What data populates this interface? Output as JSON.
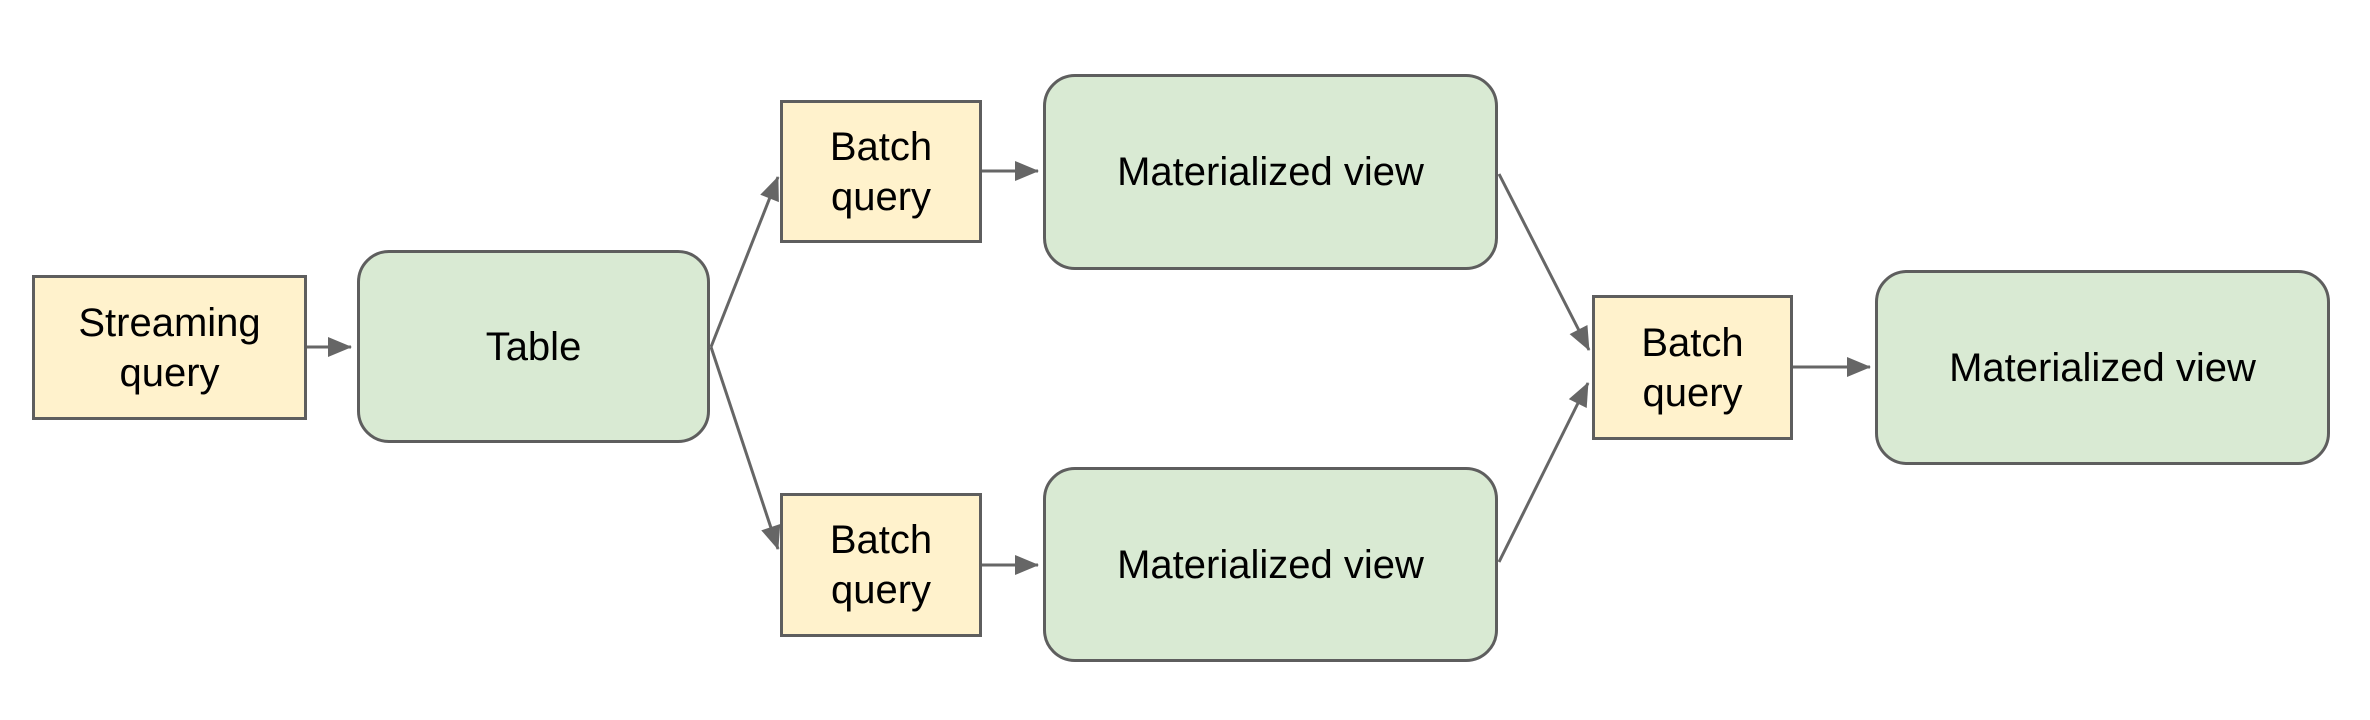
{
  "diagram": {
    "background_color": "#FFFFFF",
    "palette": {
      "query_node_fill": "#FFF2CC",
      "view_node_fill": "#D9EAD3",
      "node_border": "#5E5E5E",
      "connector": "#666666",
      "label_text": "#000000"
    },
    "nodes": [
      {
        "id": "streaming-query",
        "label": "Streaming query",
        "shape": "rectangle",
        "fill": "#FFF2CC"
      },
      {
        "id": "table",
        "label": "Table",
        "shape": "rounded-rectangle",
        "fill": "#D9EAD3"
      },
      {
        "id": "batch-query-top",
        "label": "Batch query",
        "shape": "rectangle",
        "fill": "#FFF2CC"
      },
      {
        "id": "materialized-view-top",
        "label": "Materialized view",
        "shape": "rounded-rectangle",
        "fill": "#D9EAD3"
      },
      {
        "id": "batch-query-bottom",
        "label": "Batch query",
        "shape": "rectangle",
        "fill": "#FFF2CC"
      },
      {
        "id": "materialized-view-bottom",
        "label": "Materialized view",
        "shape": "rounded-rectangle",
        "fill": "#D9EAD3"
      },
      {
        "id": "batch-query-final",
        "label": "Batch query",
        "shape": "rectangle",
        "fill": "#FFF2CC"
      },
      {
        "id": "materialized-view-final",
        "label": "Materialized view",
        "shape": "rounded-rectangle",
        "fill": "#D9EAD3"
      }
    ],
    "edges": [
      {
        "from": "streaming-query",
        "to": "table"
      },
      {
        "from": "table",
        "to": "batch-query-top"
      },
      {
        "from": "table",
        "to": "batch-query-bottom"
      },
      {
        "from": "batch-query-top",
        "to": "materialized-view-top"
      },
      {
        "from": "batch-query-bottom",
        "to": "materialized-view-bottom"
      },
      {
        "from": "materialized-view-top",
        "to": "batch-query-final"
      },
      {
        "from": "materialized-view-bottom",
        "to": "batch-query-final"
      },
      {
        "from": "batch-query-final",
        "to": "materialized-view-final"
      }
    ]
  }
}
